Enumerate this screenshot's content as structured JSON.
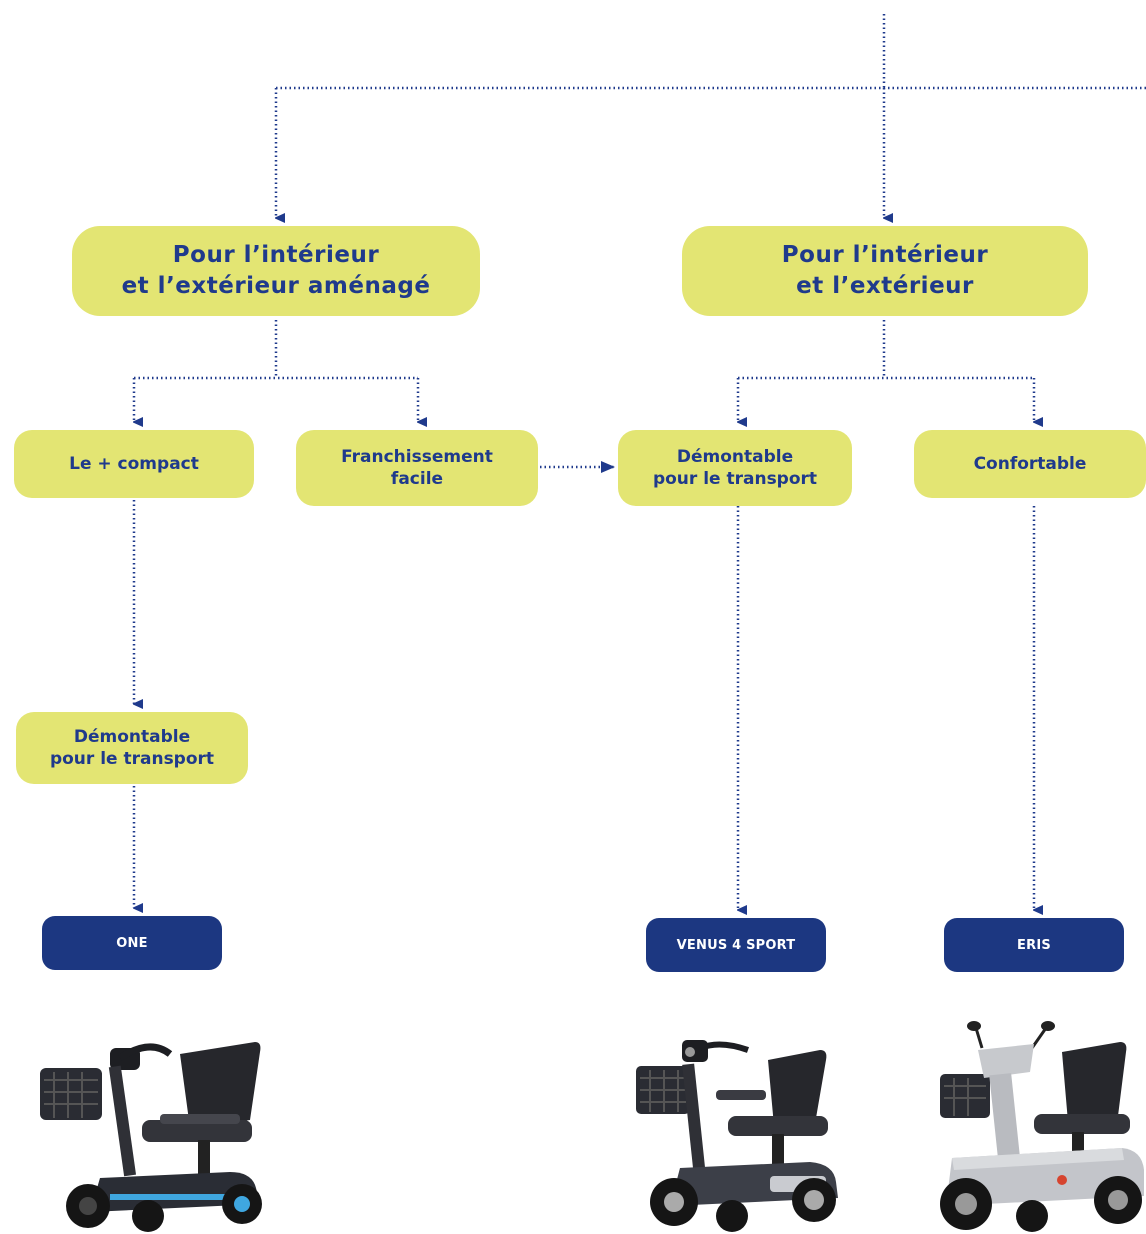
{
  "title": "",
  "colors": {
    "node_fill": "#e3e573",
    "node_text": "#1f3a8c",
    "model_fill": "#1c3781",
    "model_text": "#ffffff",
    "connector": "#1f3a8c"
  },
  "categories": {
    "left": "Pour l’intérieur\net l’extérieur aménagé",
    "right": "Pour l’intérieur\net l’extérieur"
  },
  "criteria": {
    "compact": "Le + compact",
    "franchissement": "Franchissement\nfacile",
    "demontable_right": "Démontable\npour le transport",
    "confortable": "Confortable",
    "demontable_left": "Démontable\npour le transport"
  },
  "models": {
    "one": "ONE",
    "venus": "VENUS 4 SPORT",
    "eris": "ERIS"
  },
  "images": {
    "one": "mobility-scooter-one",
    "venus": "mobility-scooter-venus-4-sport",
    "eris": "mobility-scooter-eris"
  }
}
